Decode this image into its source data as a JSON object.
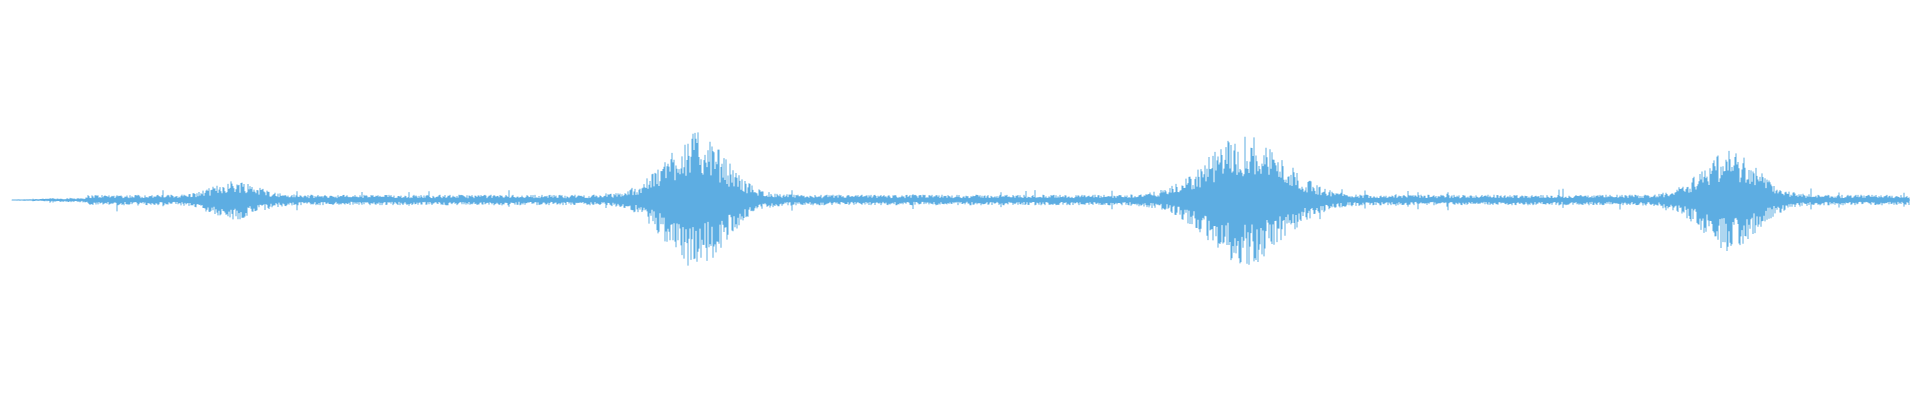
{
  "waveform": {
    "color": "#5dade2",
    "background": "#ffffff",
    "bursts": [
      {
        "center": 0.118,
        "width": 0.016,
        "amplitude": 0.14
      },
      {
        "center": 0.36,
        "width": 0.022,
        "amplitude": 0.6
      },
      {
        "center": 0.65,
        "width": 0.028,
        "amplitude": 0.58
      },
      {
        "center": 0.905,
        "width": 0.02,
        "amplitude": 0.44
      }
    ],
    "baseline_amplitude": 0.05
  }
}
